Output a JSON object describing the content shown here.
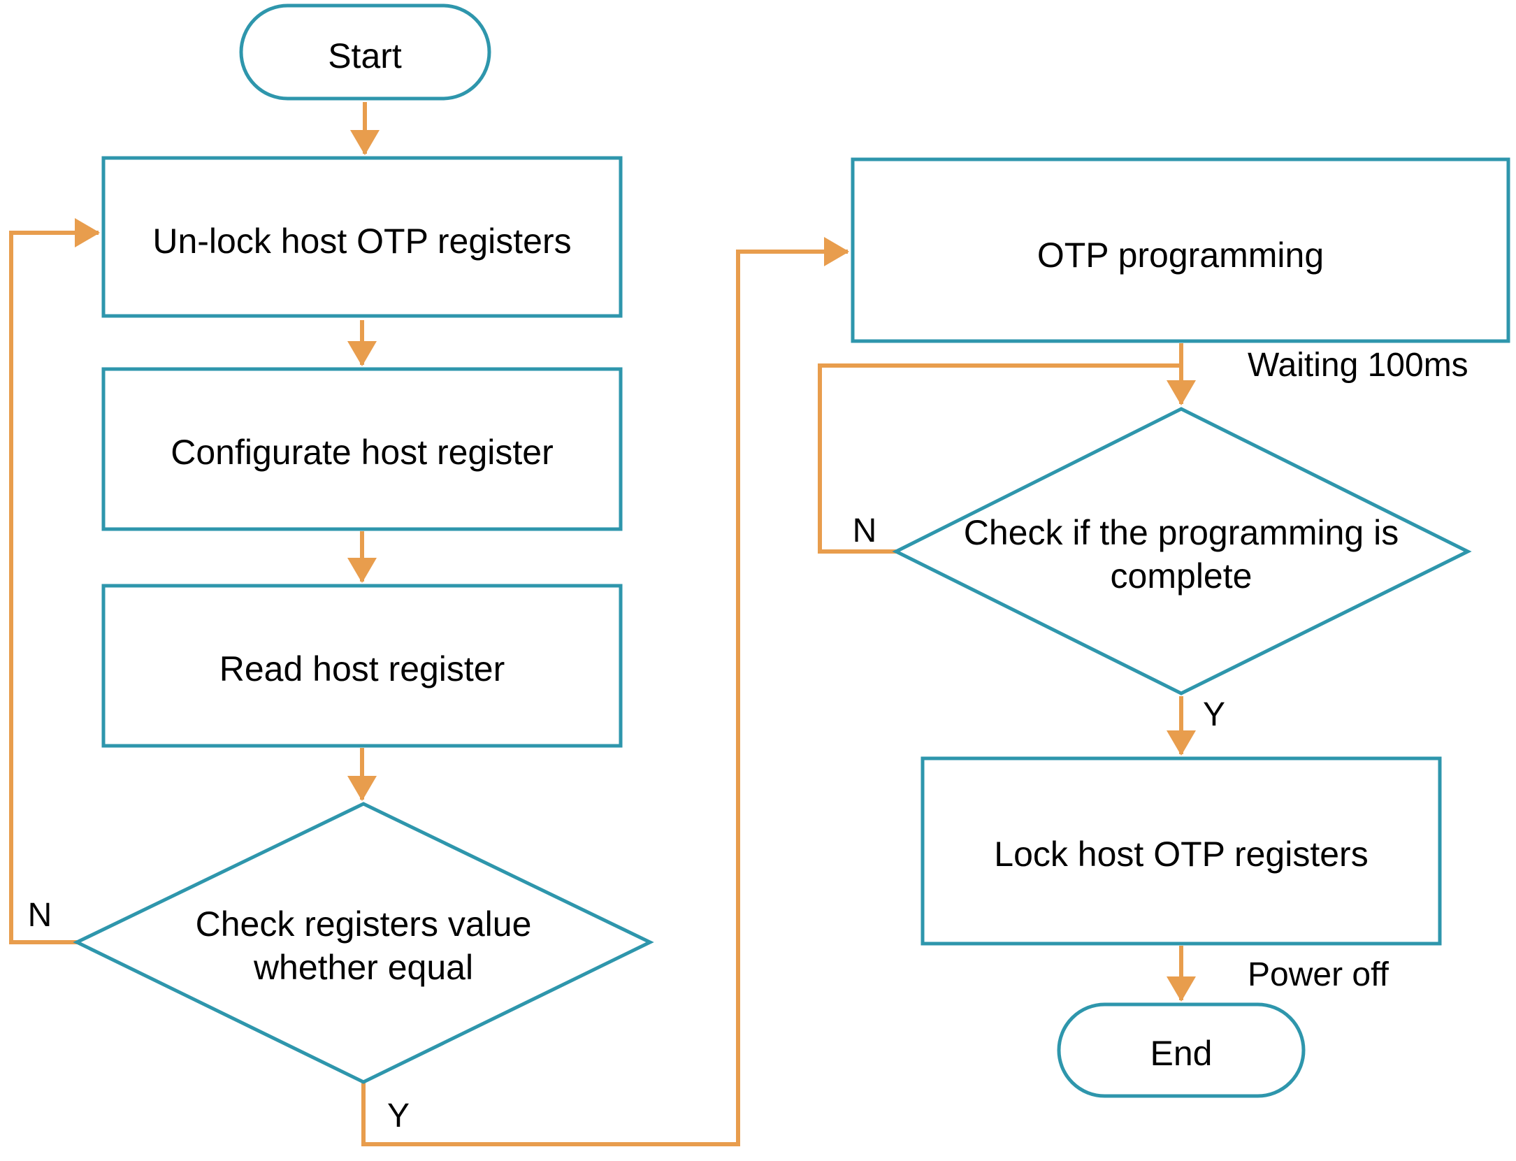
{
  "diagram_type": "flowchart",
  "colors": {
    "shape_border": "#2e96ac",
    "arrow": "#e89d4d",
    "text": "#000000",
    "background": "#ffffff"
  },
  "nodes": {
    "start": {
      "label": "Start"
    },
    "unlock": {
      "label": "Un-lock host OTP registers"
    },
    "configurate": {
      "label": "Configurate host register"
    },
    "read": {
      "label": "Read host register"
    },
    "check_equal": {
      "line1": "Check registers value",
      "line2": "whether equal"
    },
    "otp_programming": {
      "label": "OTP programming"
    },
    "check_complete": {
      "line1": "Check if the programming is",
      "line2": "complete"
    },
    "lock": {
      "label": "Lock host OTP registers"
    },
    "end": {
      "label": "End"
    }
  },
  "edge_labels": {
    "check_equal_no": "N",
    "check_equal_yes": "Y",
    "check_complete_no": "N",
    "check_complete_yes": "Y",
    "waiting": "Waiting 100ms",
    "power_off": "Power off"
  }
}
